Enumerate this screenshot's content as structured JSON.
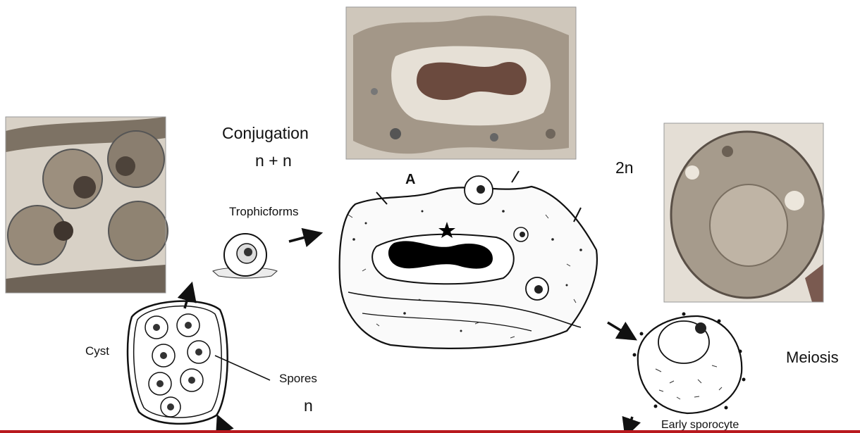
{
  "labels": {
    "conjugation": "Conjugation",
    "n_plus_n": "n + n",
    "two_n": "2n",
    "trophicforms": "Trophicforms",
    "cyst": "Cyst",
    "spores": "Spores",
    "n": "n",
    "meiosis": "Meiosis",
    "early_sporocyte": "Early sporocyte",
    "panel_a": "A"
  },
  "colors": {
    "micrograph_tone": "#8a7f72",
    "drawing_ink": "#111111",
    "footer_bar": "#b8191e"
  }
}
